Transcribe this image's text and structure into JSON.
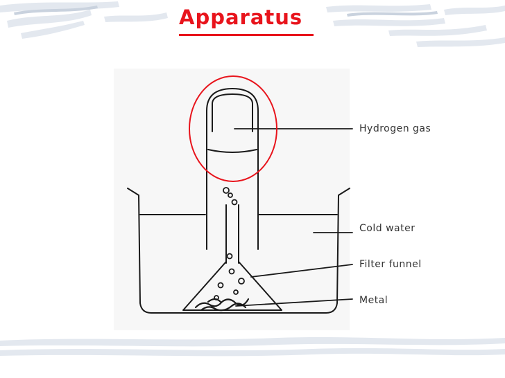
{
  "slide": {
    "title": "Apparatus",
    "title_color": "#e8141c",
    "highlight_color": "#e8141c"
  },
  "labels": {
    "hydrogen": "Hydrogen gas",
    "cold_water": "Cold water",
    "filter_funnel": "Filter funnel",
    "metal": "Metal"
  }
}
